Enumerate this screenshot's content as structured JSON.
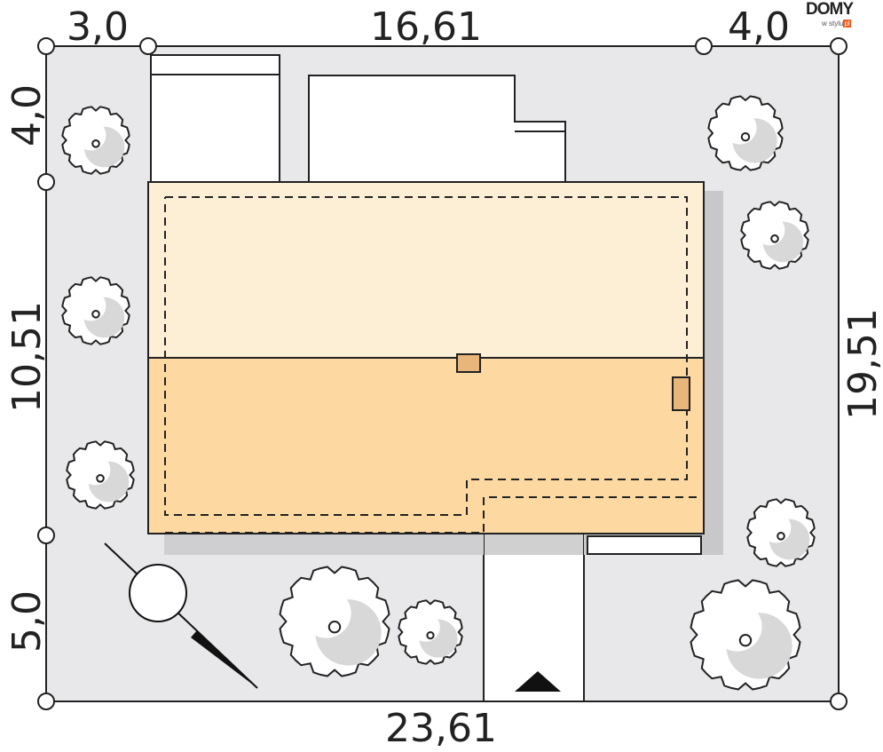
{
  "dimensions": {
    "top_left": "3,0",
    "top_middle": "16,61",
    "top_right": "4,0",
    "left_top": "4,0",
    "left_middle": "10,51",
    "left_bottom": "5,0",
    "right": "19,51",
    "bottom": "23,61"
  },
  "logo": {
    "main": "DOMY",
    "sub": "w stylu",
    "suffix": "pl"
  },
  "colors": {
    "plot": "#e8e8ea",
    "roof_light": "#fdefd6",
    "roof_dark": "#fdd8a0",
    "logo_accent": "#f05a1a"
  }
}
